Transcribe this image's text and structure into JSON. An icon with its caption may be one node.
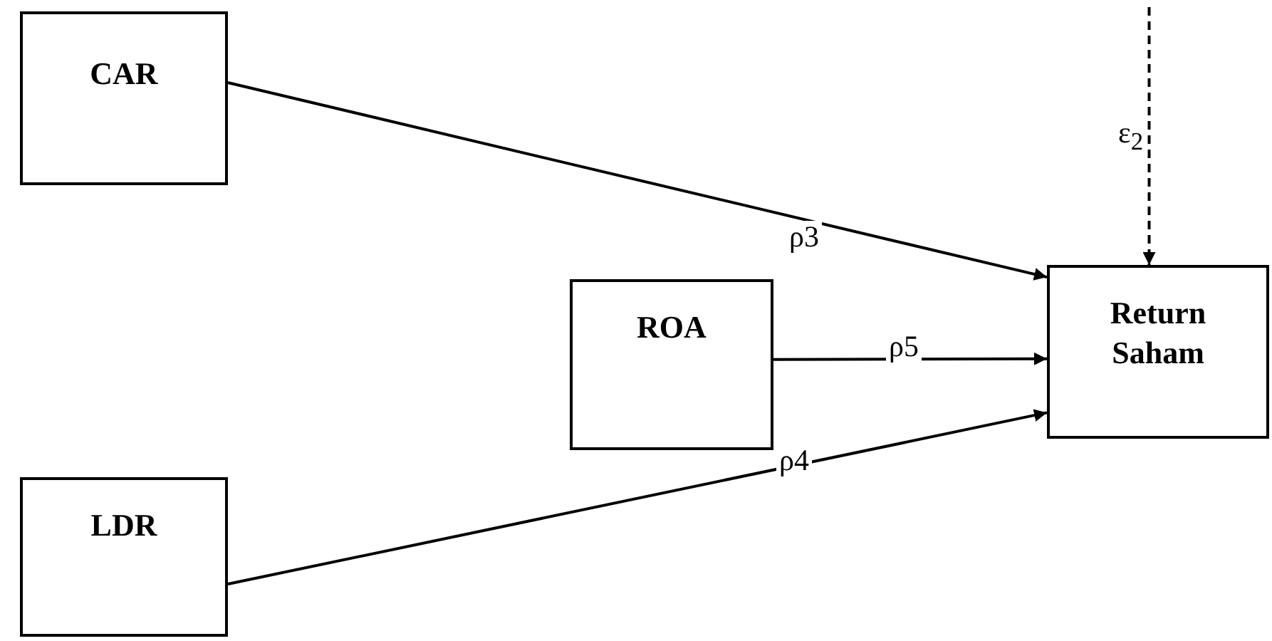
{
  "diagram": {
    "nodes": [
      {
        "text": [
          "CAR"
        ]
      },
      {
        "text": [
          "ROA"
        ]
      },
      {
        "text": [
          "Return Saham"
        ]
      },
      {
        "text": [
          "LDR"
        ]
      }
    ],
    "edges": [
      {
        "from": 0,
        "to": 2,
        "arrow": "to",
        "label": "ρ3"
      },
      {
        "from": 1,
        "to": 2,
        "arrow": "to",
        "label": "ρ5"
      },
      {
        "from": 3,
        "to": 2,
        "arrow": "to",
        "label": "ρ4"
      },
      {
        "from": null,
        "to": 2,
        "arrow": "to",
        "label": "ε$_{2}$",
        "style": "dashed"
      }
    ]
  }
}
